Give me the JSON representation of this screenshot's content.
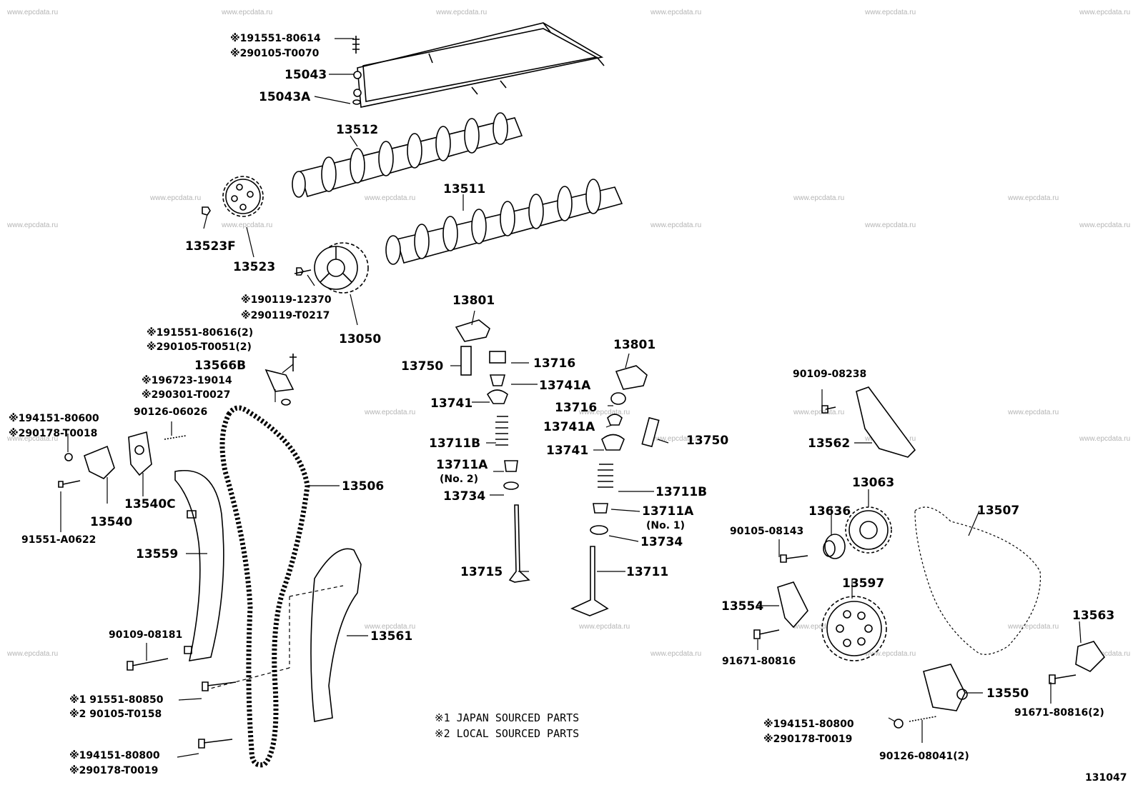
{
  "watermark": "www.epcdata.ru",
  "diagram_number": "131047",
  "footnotes": {
    "note1": "※1 JAPAN SOURCED PARTS",
    "note2": "※2 LOCAL SOURCED PARTS"
  },
  "labels": {
    "p191551_80614": "※191551-80614",
    "p290105_T0070": "※290105-T0070",
    "p15043": "15043",
    "p15043A": "15043A",
    "p13512": "13512",
    "p13511": "13511",
    "p13523F": "13523F",
    "p13523": "13523",
    "p190119_12370": "※190119-12370",
    "p290119_T0217": "※290119-T0217",
    "p13050": "13050",
    "p13801_a": "13801",
    "p13801_b": "13801",
    "p191551_80616": "※191551-80616(2)",
    "p290105_T0051": "※290105-T0051(2)",
    "p13566B": "13566B",
    "p196723_19014": "※196723-19014",
    "p290301_T0027": "※290301-T0027",
    "p194151_80600": "※194151-80600",
    "p290178_T0018": "※290178-T0018",
    "p90126_06026": "90126-06026",
    "p13540C": "13540C",
    "p13540": "13540",
    "p91551_A0622": "91551-A0622",
    "p13506": "13506",
    "p13559": "13559",
    "p90109_08181": "90109-08181",
    "p13561": "13561",
    "p191551_80850": "※1 91551-80850",
    "p290105_T0158": "※2 90105-T0158",
    "p194151_80800_a": "※194151-80800",
    "p290178_T0019_a": "※290178-T0019",
    "p13750_a": "13750",
    "p13716_a": "13716",
    "p13741A_a": "13741A",
    "p13741_a": "13741",
    "p13711B_a": "13711B",
    "p13711A_a": "13711A",
    "p_no2": "(No. 2)",
    "p13734_a": "13734",
    "p13715": "13715",
    "p13716_b": "13716",
    "p13741A_b": "13741A",
    "p13741_b": "13741",
    "p13750_b": "13750",
    "p13711B_b": "13711B",
    "p13711A_b": "13711A",
    "p_no1": "(No. 1)",
    "p13734_b": "13734",
    "p13711": "13711",
    "p90109_08238": "90109-08238",
    "p13562": "13562",
    "p13063": "13063",
    "p13636": "13636",
    "p13507": "13507",
    "p90105_08143": "90105-08143",
    "p13597": "13597",
    "p13554": "13554",
    "p91671_80816": "91671-80816",
    "p13563": "13563",
    "p13550": "13550",
    "p194151_80800_b": "※194151-80800",
    "p290178_T0019_b": "※290178-T0019",
    "p90126_08041": "90126-08041(2)",
    "p91671_80816_2": "91671-80816(2)"
  }
}
